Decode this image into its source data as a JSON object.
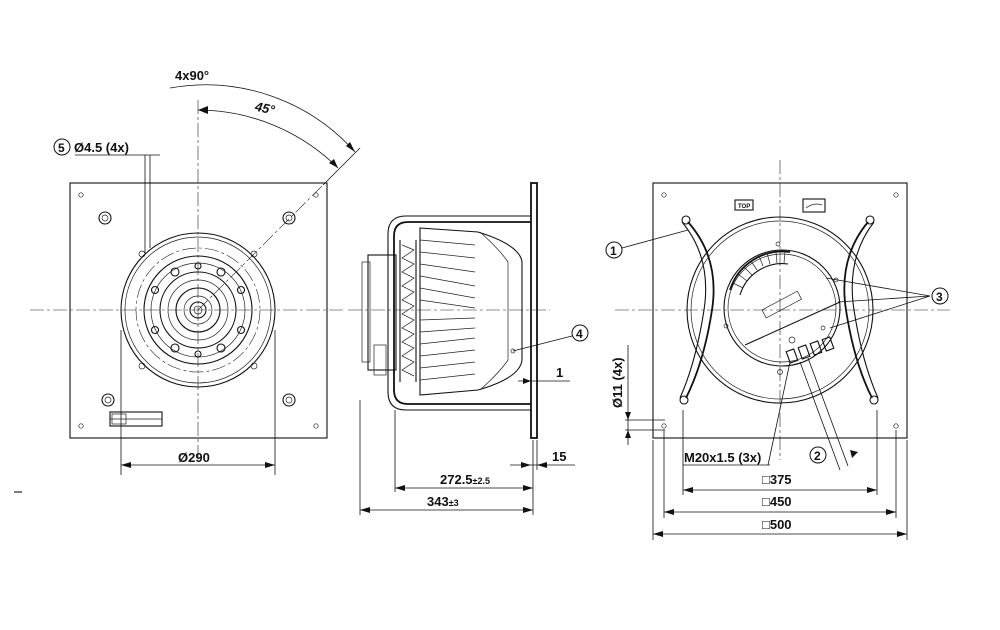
{
  "dimensions": {
    "rotation_total": "4x90°",
    "rotation_offset": "45°",
    "hole_small": "Ø4.5 (4x)",
    "circle_diameter": "Ø290",
    "depth_inner_main": "272.5",
    "depth_inner_tol": "±2.5",
    "depth_total_main": "343",
    "depth_total_tol": "±3",
    "plate_thickness": "15",
    "gap": "1",
    "hole_large": "Ø11 (4x)",
    "cable_gland": "M20x1.5 (3x)",
    "square_375": "□375",
    "square_450": "□450",
    "square_500": "□500"
  },
  "callouts": {
    "c1": "1",
    "c2": "2",
    "c3": "3",
    "c4": "4",
    "c5": "5"
  },
  "labels": {
    "top_label": "TOP"
  }
}
